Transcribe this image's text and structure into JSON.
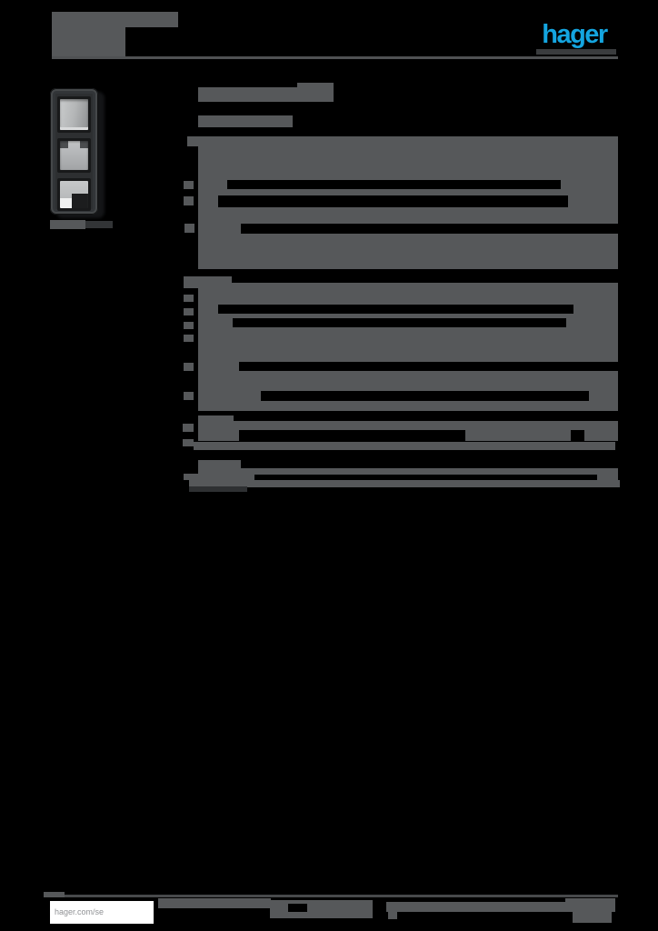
{
  "brand": {
    "logo_text": "hager",
    "logo_color": "#14a5e0"
  },
  "footer": {
    "website": "hager.com/se"
  },
  "product_image": {
    "description": "vertical 3-gang anthracite switch frame with three light grey inserts",
    "frame_color": "#2d2f31",
    "insert_color": "#c2c4c5"
  },
  "colors": {
    "background": "#000000",
    "redacted_text": "#56585a",
    "rule": "#4f5153",
    "website_text": "#909295",
    "white_box": "#ffffff"
  },
  "redacted_bars": {
    "header": [
      [
        57,
        13,
        139,
        17
      ],
      [
        57,
        30,
        81,
        32
      ]
    ],
    "rules": [
      [
        57,
        62,
        623,
        3,
        "#4f5153"
      ],
      [
        590,
        54,
        88,
        6,
        "#3a3c3e"
      ],
      [
        48,
        984,
        632,
        3,
        "#47494b"
      ]
    ],
    "title": [
      [
        218,
        96,
        149,
        16
      ],
      [
        327,
        91,
        40,
        6
      ],
      [
        218,
        127,
        104,
        13
      ]
    ],
    "caption": [
      [
        55,
        242,
        39,
        10
      ],
      [
        94,
        243,
        30,
        8,
        "#323436"
      ]
    ],
    "section1": [
      [
        206,
        150,
        74,
        11
      ],
      [
        218,
        150,
        462,
        48
      ],
      [
        202,
        199,
        11,
        9
      ],
      [
        218,
        198,
        32,
        10
      ],
      [
        617,
        198,
        63,
        10
      ],
      [
        218,
        208,
        462,
        7
      ],
      [
        202,
        216,
        11,
        10
      ],
      [
        218,
        215,
        22,
        13
      ],
      [
        625,
        215,
        55,
        13
      ],
      [
        218,
        228,
        462,
        18
      ],
      [
        203,
        246,
        11,
        10
      ],
      [
        218,
        246,
        47,
        11
      ],
      [
        218,
        257,
        462,
        39
      ]
    ],
    "section2": [
      [
        202,
        304,
        53,
        13
      ],
      [
        218,
        311,
        462,
        24
      ],
      [
        202,
        324,
        11,
        8
      ],
      [
        218,
        335,
        22,
        10
      ],
      [
        631,
        335,
        49,
        10
      ],
      [
        202,
        339,
        11,
        8
      ],
      [
        218,
        345,
        462,
        5
      ],
      [
        218,
        350,
        38,
        10
      ],
      [
        623,
        350,
        57,
        10
      ],
      [
        202,
        354,
        11,
        8
      ],
      [
        218,
        360,
        462,
        38
      ],
      [
        202,
        368,
        11,
        8
      ],
      [
        202,
        399,
        11,
        9
      ],
      [
        218,
        398,
        45,
        10
      ],
      [
        218,
        408,
        462,
        22
      ],
      [
        202,
        431,
        11,
        9
      ],
      [
        218,
        430,
        69,
        11
      ],
      [
        648,
        430,
        32,
        11
      ],
      [
        218,
        441,
        462,
        11
      ]
    ],
    "section3": [
      [
        218,
        457,
        39,
        9
      ],
      [
        218,
        463,
        462,
        10
      ],
      [
        201,
        466,
        12,
        9
      ],
      [
        218,
        473,
        45,
        12
      ],
      [
        512,
        473,
        116,
        12
      ],
      [
        643,
        473,
        37,
        12
      ],
      [
        201,
        483,
        12,
        8
      ],
      [
        213,
        486,
        464,
        9
      ]
    ],
    "section4": [
      [
        218,
        506,
        47,
        9
      ],
      [
        218,
        515,
        462,
        7
      ],
      [
        202,
        521,
        78,
        7
      ],
      [
        657,
        521,
        23,
        7
      ],
      [
        208,
        528,
        474,
        8
      ],
      [
        208,
        535,
        64,
        6,
        "#2e3032"
      ]
    ],
    "footer": [
      [
        48,
        981,
        23,
        6
      ],
      [
        174,
        988,
        124,
        11
      ],
      [
        297,
        990,
        113,
        20
      ],
      [
        317,
        994,
        21,
        9,
        "#000000"
      ],
      [
        425,
        992,
        202,
        11
      ],
      [
        427,
        1003,
        10,
        8
      ],
      [
        622,
        988,
        55,
        15
      ],
      [
        630,
        1003,
        43,
        12
      ]
    ]
  }
}
